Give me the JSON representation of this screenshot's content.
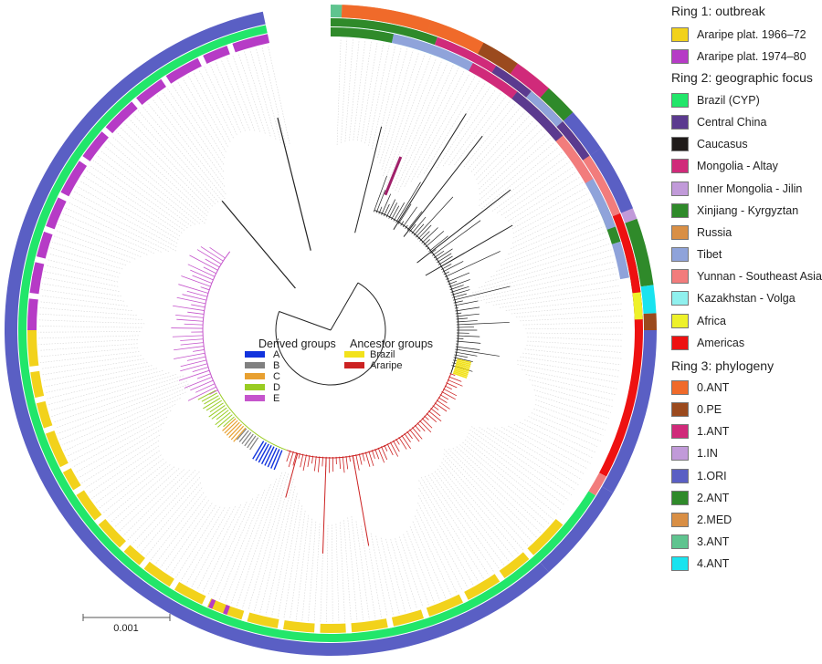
{
  "legend": {
    "ring1": {
      "title": "Ring 1: outbreak",
      "items": [
        {
          "label": "Araripe plat. 1966–72",
          "color": "#f2d21b"
        },
        {
          "label": "Araripe plat. 1974–80",
          "color": "#b63bc6"
        }
      ]
    },
    "ring2": {
      "title": "Ring 2: geographic focus",
      "items": [
        {
          "label": "Brazil (CYP)",
          "color": "#22e66a"
        },
        {
          "label": "Central China",
          "color": "#5b3a8f"
        },
        {
          "label": "Caucasus",
          "color": "#1f1a19"
        },
        {
          "label": "Mongolia - Altay",
          "color": "#d02a7a"
        },
        {
          "label": "Inner Mongolia - Jilin",
          "color": "#c19ad9"
        },
        {
          "label": "Xinjiang - Kyrgyztan",
          "color": "#2f8a2a"
        },
        {
          "label": "Russia",
          "color": "#d98f45"
        },
        {
          "label": "Tibet",
          "color": "#8fa3da"
        },
        {
          "label": "Yunnan - Southeast Asia",
          "color": "#f27c7c"
        },
        {
          "label": "Kazakhstan - Volga",
          "color": "#8ff0ee"
        },
        {
          "label": "Africa",
          "color": "#eef12a"
        },
        {
          "label": "Americas",
          "color": "#ee1111"
        }
      ]
    },
    "ring3": {
      "title": "Ring 3: phylogeny",
      "items": [
        {
          "label": "0.ANT",
          "color": "#f06a2a"
        },
        {
          "label": "0.PE",
          "color": "#9b4a1e"
        },
        {
          "label": "1.ANT",
          "color": "#d02a7a"
        },
        {
          "label": "1.IN",
          "color": "#c19ad9"
        },
        {
          "label": "1.ORI",
          "color": "#5a5fc4"
        },
        {
          "label": "2.ANT",
          "color": "#2f8a2a"
        },
        {
          "label": "2.MED",
          "color": "#d98f45"
        },
        {
          "label": "3.ANT",
          "color": "#5fc48f"
        },
        {
          "label": "4.ANT",
          "color": "#19e3ef"
        }
      ]
    }
  },
  "inner_legend": {
    "derived": {
      "title": "Derived groups",
      "items": [
        {
          "label": "A",
          "color": "#1133dd"
        },
        {
          "label": "B",
          "color": "#808080"
        },
        {
          "label": "C",
          "color": "#e8a030"
        },
        {
          "label": "D",
          "color": "#99cc22"
        },
        {
          "label": "E",
          "color": "#c555cc"
        }
      ]
    },
    "ancestor": {
      "title": "Ancestor groups",
      "items": [
        {
          "label": "Brazil",
          "color": "#f2e21b"
        },
        {
          "label": "Araripe",
          "color": "#cc2222"
        }
      ]
    }
  },
  "scale_bar": {
    "label": "0.001"
  }
}
